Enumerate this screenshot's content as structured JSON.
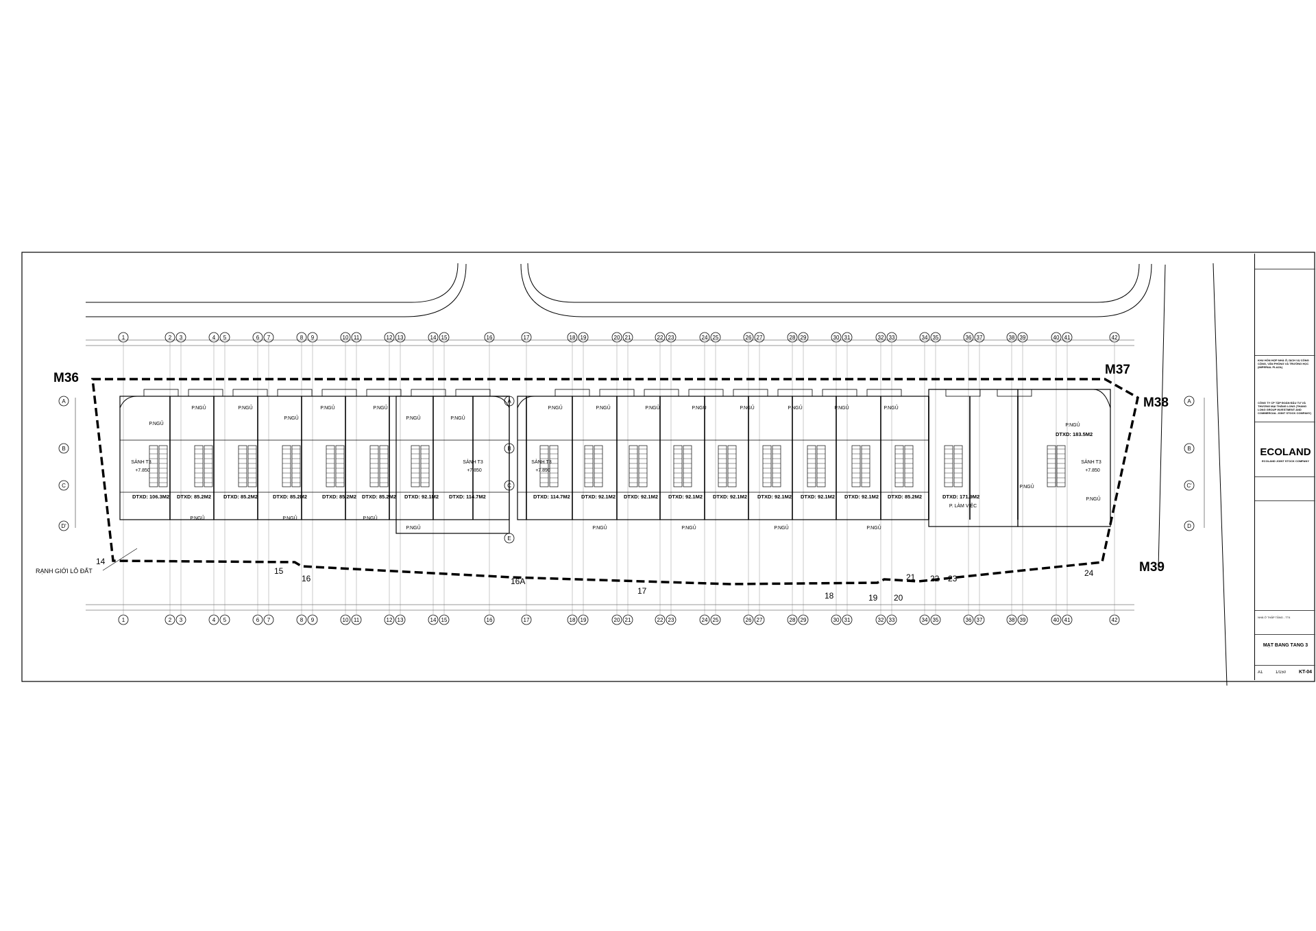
{
  "drawing": {
    "markers": {
      "m36": "M36",
      "m37": "M37",
      "m38": "M38",
      "m39": "M39"
    },
    "boundary_numbers": [
      "14",
      "15",
      "16",
      "16A",
      "17",
      "18",
      "19",
      "20",
      "21",
      "22",
      "23",
      "24"
    ],
    "boundary_label": "RẠNH GIỚI LÔ ĐẤT",
    "grid_columns": [
      "1",
      "2",
      "3",
      "4",
      "5",
      "6",
      "7",
      "8",
      "9",
      "10",
      "11",
      "12",
      "13",
      "14",
      "15",
      "16",
      "17",
      "18",
      "19",
      "20",
      "21",
      "22",
      "23",
      "24",
      "25",
      "26",
      "27",
      "28",
      "29",
      "30",
      "31",
      "32",
      "33",
      "34",
      "35",
      "36",
      "37",
      "38",
      "39",
      "40",
      "41",
      "42"
    ],
    "grid_rows_left": [
      "A",
      "B",
      "C",
      "D'"
    ],
    "grid_rows_mid": [
      "A",
      "B",
      "C",
      "E"
    ],
    "grid_rows_right": [
      "A",
      "B",
      "C'",
      "D"
    ],
    "room_labels": {
      "bedroom": "P.NGỦ",
      "lobby": "SẢNH T3",
      "lobby_level": "+7.850",
      "lobby_level_alt": "+7.890",
      "work": "P. LÀM VIỆC"
    },
    "areas": [
      "DTXD: 106.3M2",
      "DTXD: 85.2M2",
      "DTXD: 85.2M2",
      "DTXD: 85.2M2",
      "DTXD: 85.2M2",
      "DTXD: 85.2M2",
      "DTXD: 92.1M2",
      "DTXD: 114.7M2",
      "DTXD: 114.7M2",
      "DTXD: 92.1M2",
      "DTXD: 92.1M2",
      "DTXD: 92.1M2",
      "DTXD: 92.1M2",
      "DTXD: 92.1M2",
      "DTXD: 92.1M2",
      "DTXD: 92.1M2",
      "DTXD: 85.2M2",
      "DTXD: 171.9M2",
      "DTXD: 183.5M2"
    ]
  },
  "titleblock": {
    "project": "KHU HỖN HỢP NHÀ Ở, DỊCH VỤ CÔNG CỘNG, VĂN PHÒNG VÀ TRƯỜNG HỌC (IMPERIAL PLAZA)",
    "investor": "CÔNG TY CP TẬP ĐOÀN ĐẦU TƯ VÀ THƯƠNG MẠI THĂNG LONG (THANG LONG GROUP INVESTMENT AND COMMERCIAL JOINT STOCK COMPANY)",
    "logo": "ECOLAND",
    "logo_sub": "ECOLAND JOINT STOCK COMPANY",
    "sheet_group": "NHÀ Ở THẤP TẦNG - TT4",
    "sheet_title": "MẶT BẰNG TẦNG 3",
    "paper": "A1",
    "scale": "1/150",
    "sheet_no": "KT-04"
  },
  "colors": {
    "line": "#000000",
    "thin": "#555555",
    "fill": "#d9d9d9"
  }
}
